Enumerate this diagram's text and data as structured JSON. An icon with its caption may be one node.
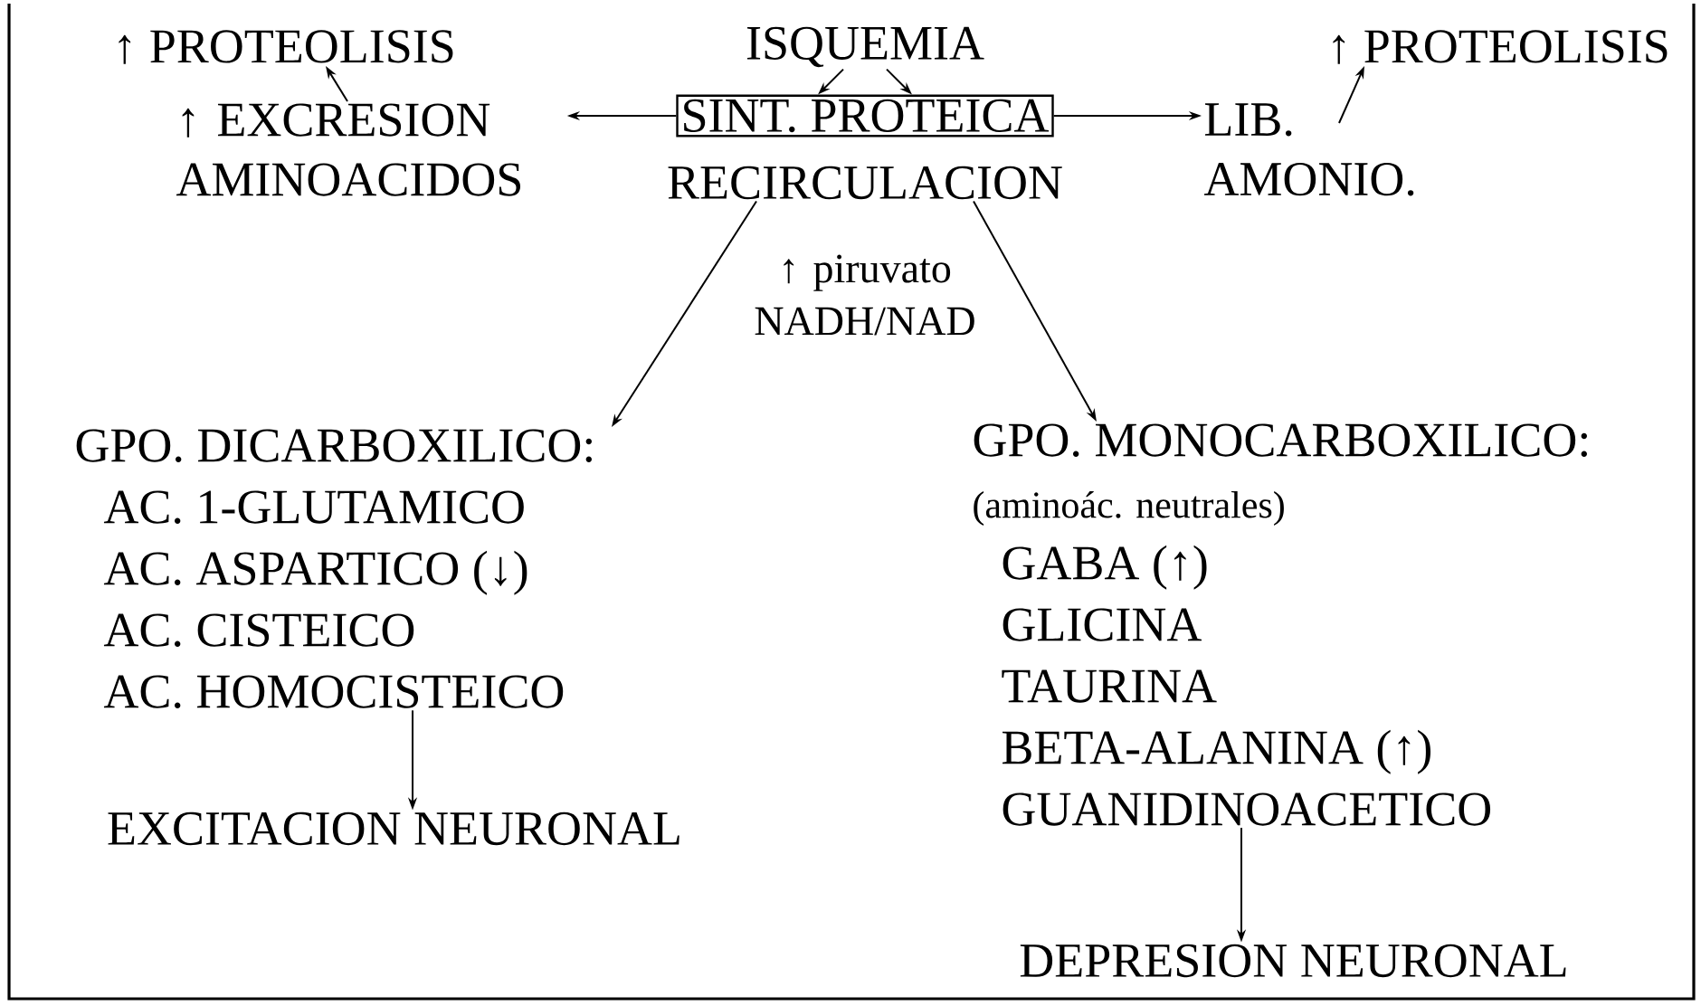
{
  "diagram": {
    "nodes": [
      {
        "text": [
          "↑ PROTEOLISIS"
        ]
      },
      {
        "text": [
          "ISQUEMIA"
        ]
      },
      {
        "text": [
          "↑ PROTEOLISIS"
        ]
      },
      {
        "text": [
          "↑ EXCRESION AMINOACIDOS"
        ]
      },
      {
        "text": [
          "SINT. PROTEICA"
        ]
      },
      {
        "text": [
          "RECIRCULACION"
        ]
      },
      {
        "text": [
          "LIB. AMONIO."
        ]
      },
      {
        "text": [
          "GPO. DICARBOXILICO:",
          "AC. 1-GLUTAMICO",
          "AC. ASPARTICO (↓)",
          "AC. CISTEICO",
          "AC. HOMOCISTEICO"
        ]
      },
      {
        "text": [
          "EXCITACION NEURONAL"
        ]
      },
      {
        "text": [
          "GPO. MONOCARBOXILICO:",
          "(aminoác. neutrales)",
          "GABA (↑)",
          "GLICINA",
          "TAURINA",
          "BETA-ALANINA (↑)",
          "GUANIDINOACETICO"
        ]
      },
      {
        "text": [
          "DEPRESION NEURONAL"
        ]
      }
    ],
    "edges": [
      {
        "from": 1,
        "to": 4,
        "arrow": "to"
      },
      {
        "from": 1,
        "to": 4,
        "arrow": "to"
      },
      {
        "from": 4,
        "to": 3,
        "arrow": "to"
      },
      {
        "from": 4,
        "to": 6,
        "arrow": "to"
      },
      {
        "from": 3,
        "to": 0,
        "arrow": "to"
      },
      {
        "from": 6,
        "to": 2,
        "arrow": "to"
      },
      {
        "from": 5,
        "to": 7,
        "arrow": "to"
      },
      {
        "from": 5,
        "to": 9,
        "arrow": "to"
      },
      {
        "from": 7,
        "to": 8,
        "arrow": "to"
      },
      {
        "from": 9,
        "to": 10,
        "arrow": "to"
      }
    ],
    "labels": [
      "↑ piruvato NADH/NAD"
    ]
  }
}
